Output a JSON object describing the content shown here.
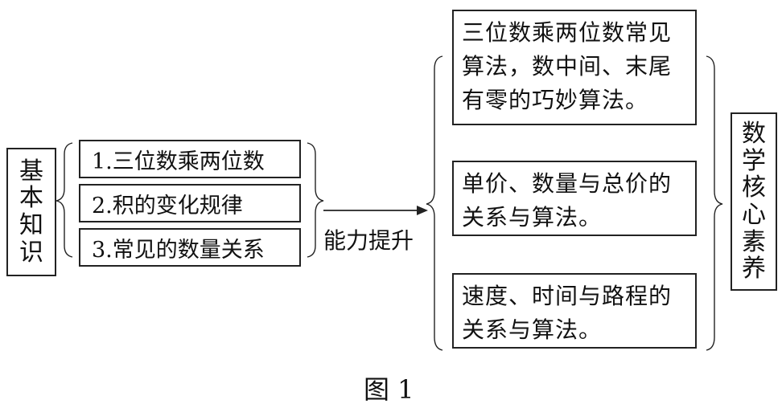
{
  "basic": {
    "label": "基本知识"
  },
  "items": [
    {
      "text": "1.三位数乘两位数"
    },
    {
      "text": "2.积的变化规律"
    },
    {
      "text": "3.常见的数量关系"
    }
  ],
  "arrow_label": "能力提升",
  "abilities": [
    {
      "text": "三位数乘两位数常见算法，数中间、末尾有零的巧妙算法。"
    },
    {
      "text": "单价、数量与总价的关系与算法。"
    },
    {
      "text": "速度、时间与路程的关系与算法。"
    }
  ],
  "core": {
    "label": "数学核心素养"
  },
  "caption": "图 1"
}
